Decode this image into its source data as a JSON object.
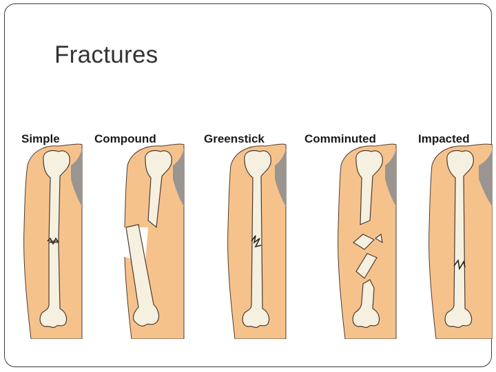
{
  "slide": {
    "title": "Fractures"
  },
  "panels": [
    {
      "label": "Simple"
    },
    {
      "label": "Compound"
    },
    {
      "label": "Greenstick"
    },
    {
      "label": "Comminuted"
    },
    {
      "label": "Impacted"
    }
  ],
  "colors": {
    "skin": "#f6c28c",
    "bone": "#f5f0df",
    "outline": "#4a3a30",
    "shoulder_shadow": "#9a9590"
  }
}
